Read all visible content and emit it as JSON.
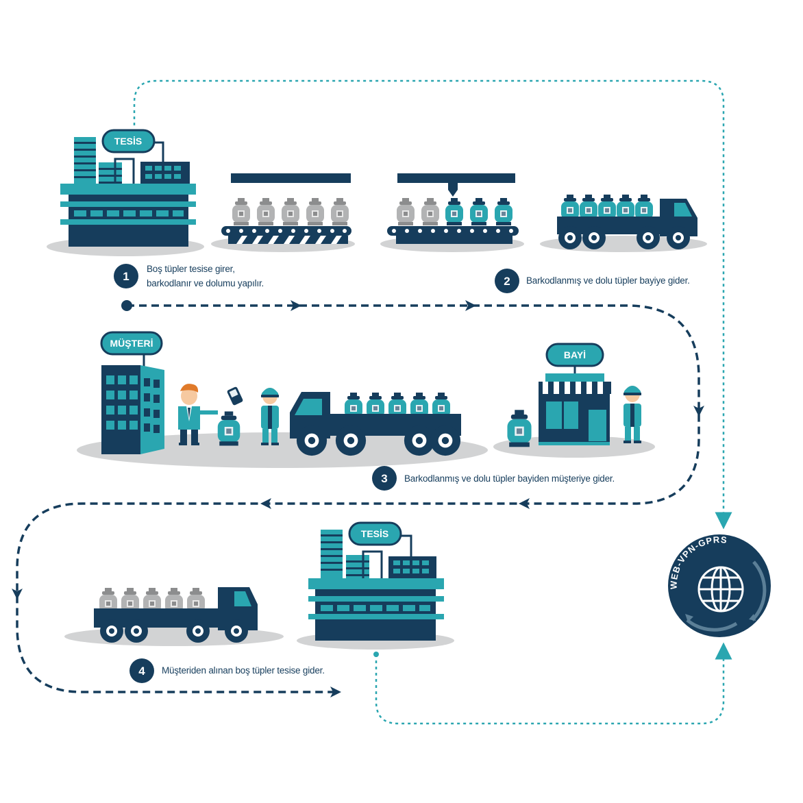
{
  "signs": {
    "plant_top": "TESİS",
    "customer": "MÜŞTERİ",
    "dealer": "BAYİ",
    "plant_bottom": "TESİS"
  },
  "network_badge": "WEB-VPN-GPRS",
  "steps": [
    {
      "number": "1",
      "lines": [
        "Boş tüpler tesise girer,",
        "barkodlanır ve dolumu yapılır."
      ]
    },
    {
      "number": "2",
      "lines": [
        "Barkodlanmış ve dolu tüpler bayiye gider."
      ]
    },
    {
      "number": "3",
      "lines": [
        "Barkodlanmış ve dolu tüpler bayiden müşteriye gider."
      ]
    },
    {
      "number": "4",
      "lines": [
        "Müşteriden alınan boş tüpler tesise gider."
      ]
    }
  ],
  "colors": {
    "navy": "#163d5c",
    "teal": "#2aa6b0",
    "teal_dark": "#1d7f8b",
    "gray_shadow": "#d2d3d4",
    "empty_cylinder": "#a9aaab"
  }
}
